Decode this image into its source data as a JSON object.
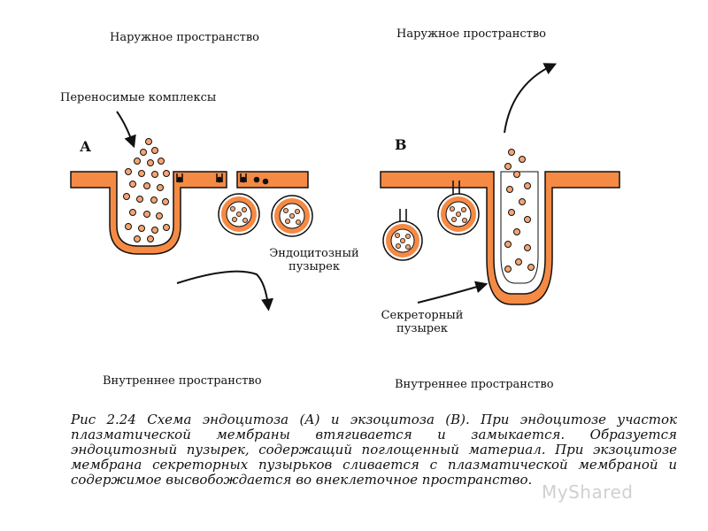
{
  "labels": {
    "outer_left": "Наружное пространство",
    "outer_right": "Наружное пространство",
    "complexes": "Переносимые комплексы",
    "panel_a": "А",
    "panel_b": "В",
    "endo_vesicle_line1": "Эндоцитозный",
    "endo_vesicle_line2": "пузырек",
    "secretory_line1": "Секреторный",
    "secretory_line2": "пузырек",
    "inner_left": "Внутреннее пространство",
    "inner_right": "Внутреннее пространство"
  },
  "caption": [
    "Рис 2.24 Схема эндоцитоза (А) и экзоцитоза (В). При эндоцитозе участок",
    "плазматической мембраны втягивается и замыкается. Образуется",
    "эндоцитозный пузырек, содержащий поглощенный материал. При экзоцитозе",
    "мембрана секреторных пузырьков сливается с плазматической мембраной и",
    "содержимое высвобождается во внеклеточное пространство."
  ],
  "watermark": "MyShared",
  "colors": {
    "membrane": "#f58a45",
    "outline": "#111111",
    "particle": "#f6a472"
  }
}
